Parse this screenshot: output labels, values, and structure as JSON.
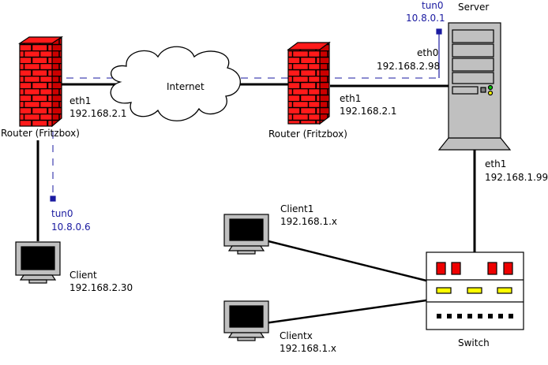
{
  "labels": {
    "left_router": "Router (Fritzbox)",
    "right_router": "Router (Fritzbox)",
    "left_eth1_name": "eth1",
    "left_eth1_ip": "192.168.2.1",
    "right_eth1_name": "eth1",
    "right_eth1_ip": "192.168.2.1",
    "internet": "Internet",
    "server": "Server",
    "server_tun0_name": "tun0",
    "server_tun0_ip": "10.8.0.1",
    "server_eth0_name": "eth0",
    "server_eth0_ip": "192.168.2.98",
    "server_eth1_name": "eth1",
    "server_eth1_ip": "192.168.1.99",
    "client_tun0_name": "tun0",
    "client_tun0_ip": "10.8.0.6",
    "client_name": "Client",
    "client_ip": "192.168.2.30",
    "client1_name": "Client1",
    "client1_ip": "192.168.1.x",
    "clientx_name": "Clientx",
    "clientx_ip": "192.168.1.x",
    "switch": "Switch"
  },
  "colors": {
    "tunnel": "#1a1aa0",
    "brick": "#ff1a1a",
    "mortar": "#000000",
    "led_red": "#ee0000",
    "led_yellow": "#ffff00",
    "server_gray": "#c0c0c0"
  }
}
